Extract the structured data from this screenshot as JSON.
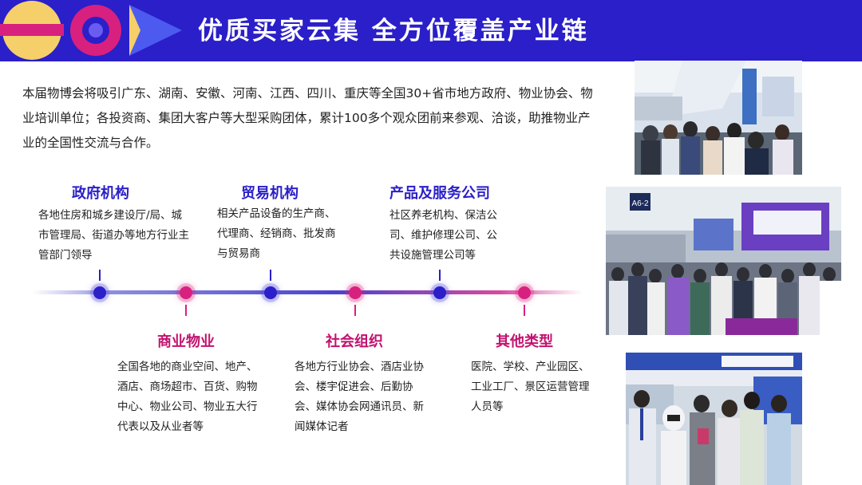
{
  "header": {
    "title": "优质买家云集  全方位覆盖产业链"
  },
  "intro": {
    "text": "本届物博会将吸引广东、湖南、安徽、河南、江西、四川、重庆等全国30+省市地方政府、物业协会、物业培训单位；各投资商、集团大客户等大型采购团体，累计100多个观众团前来参观、洽谈，助推物业产业的全国性交流与合作。"
  },
  "categories": [
    {
      "title": "政府机构",
      "desc": "各地住房和城乡建设厅/局、城市管理局、街道办等地方行业主管部门领导",
      "color": "blue"
    },
    {
      "title": "商业物业",
      "desc": "全国各地的商业空间、地产、酒店、商场超市、百货、购物中心、物业公司、物业五大行代表以及从业者等",
      "color": "pink"
    },
    {
      "title": "贸易机构",
      "desc": "相关产品设备的生产商、代理商、经销商、批发商与贸易商",
      "color": "blue"
    },
    {
      "title": "社会组织",
      "desc": "各地方行业协会、酒店业协会、楼宇促进会、后勤协会、媒体协会网通讯员、新闻媒体记者",
      "color": "pink"
    },
    {
      "title": "产品及服务公司",
      "desc": "社区养老机构、保洁公司、维护修理公司、公共设施管理公司等",
      "color": "blue"
    },
    {
      "title": "其他类型",
      "desc": "医院、学校、产业园区、工业工厂、景区运营管理人员等",
      "color": "pink"
    }
  ],
  "photos": {
    "top_sign": "",
    "middle_sign": "A6-2"
  },
  "colors": {
    "brand_blue": "#2a1fc8",
    "brand_pink": "#d8207f",
    "accent_yellow": "#f5cf6a"
  }
}
